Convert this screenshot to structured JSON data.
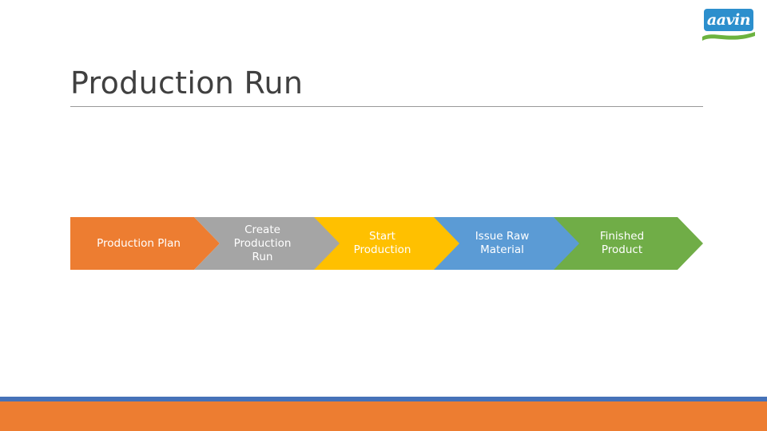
{
  "slide": {
    "title": "Production Run",
    "logo": {
      "brand": "aavin",
      "plate_color": "#2c8fcd",
      "wave_color": "#6cb33f"
    },
    "rule_color": "#9a9a9a",
    "title_color": "#404040"
  },
  "flow": {
    "steps": [
      {
        "label": "Production Plan",
        "color": "#ed7d31",
        "name": "production-plan"
      },
      {
        "label": "Create\nProduction\nRun",
        "color": "#a5a5a5",
        "name": "create-production-run"
      },
      {
        "label": "Start\nProduction",
        "color": "#ffc000",
        "name": "start-production"
      },
      {
        "label": "Issue Raw\nMaterial",
        "color": "#5b9bd5",
        "name": "issue-raw-material"
      },
      {
        "label": "Finished\nProduct",
        "color": "#70ad47",
        "name": "finished-product"
      }
    ]
  },
  "footer": {
    "accent_blue": "#4672b8",
    "accent_orange": "#ed7d31"
  }
}
